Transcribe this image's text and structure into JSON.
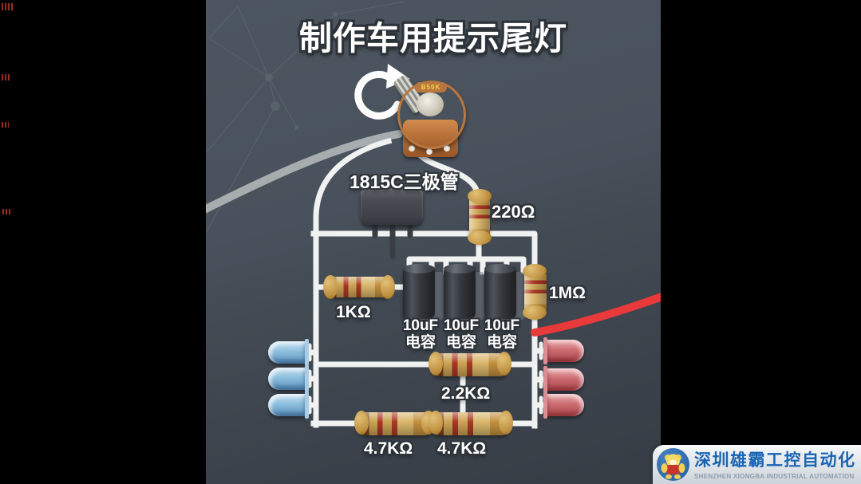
{
  "title": "制作车用提示尾灯",
  "components": {
    "potentiometer": {
      "marking": "B50K"
    },
    "transistor": {
      "label": "1815C三极管"
    },
    "resistors": {
      "r220": "220Ω",
      "r1k": "1KΩ",
      "r1m": "1MΩ",
      "r2k2": "2.2KΩ",
      "r4k7_left": "4.7KΩ",
      "r4k7_right": "4.7KΩ"
    },
    "capacitors": {
      "count": 3,
      "value_line1": "10uF",
      "value_line2": "电容"
    },
    "leds": {
      "left_count": 3,
      "right_count": 3,
      "left_color": "#8cbede",
      "right_color": "#cd6d72"
    }
  },
  "watermark": {
    "company_cn": "深圳雄霸工控自动化",
    "company_en": "SHENZHEN XIONGBA INDUSTRIAL AUTOMATION"
  },
  "colors": {
    "background": "#47505a",
    "pillarbox": "#000000",
    "wire_white": "#f0f1f1",
    "wire_gray": "#a7acae",
    "wire_red": "#e8393b",
    "title_text": "#ffffff",
    "watermark_blue": "#1a64b4"
  }
}
